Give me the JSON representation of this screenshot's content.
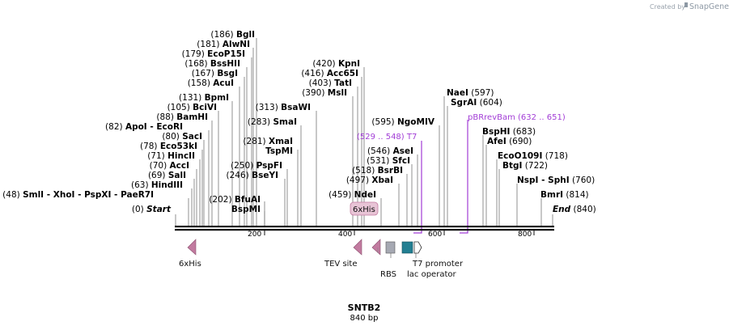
{
  "credit": {
    "prefix": "Created by",
    "brand": "SnapGene"
  },
  "map": {
    "title": "SNTB2",
    "size_label": "840 bp",
    "length": 840,
    "ticks": [
      200,
      400,
      600,
      800
    ],
    "start_label": {
      "pos": "(0)",
      "name": "Start"
    },
    "end_label": {
      "name": "End",
      "pos": "(840)"
    }
  },
  "enzymes": [
    {
      "pos": "(186)",
      "name": "BglI",
      "bp": 186
    },
    {
      "pos": "(181)",
      "name": "AlwNI",
      "bp": 181
    },
    {
      "pos": "(179)",
      "name": "EcoP15I",
      "bp": 179
    },
    {
      "pos": "(168)",
      "name": "BssHII",
      "bp": 168
    },
    {
      "pos": "(167)",
      "name": "BsgI",
      "bp": 167
    },
    {
      "pos": "(158)",
      "name": "AcuI",
      "bp": 158
    },
    {
      "pos": "(131)",
      "name": "BpmI",
      "bp": 131
    },
    {
      "pos": "(105)",
      "name": "BciVI",
      "bp": 105
    },
    {
      "pos": "(88)",
      "name": "BamHI",
      "bp": 88
    },
    {
      "pos": "(82)",
      "name": "ApoI",
      "suffix": "- EcoRI",
      "bp": 82
    },
    {
      "pos": "(80)",
      "name": "SacI",
      "bp": 80
    },
    {
      "pos": "(78)",
      "name": "Eco53kI",
      "bp": 78
    },
    {
      "pos": "(71)",
      "name": "HincII",
      "bp": 71
    },
    {
      "pos": "(70)",
      "name": "AccI",
      "bp": 70
    },
    {
      "pos": "(69)",
      "name": "SalI",
      "bp": 69
    },
    {
      "pos": "(63)",
      "name": "HindIII",
      "bp": 63
    },
    {
      "pos": "(48)",
      "name": "SmlI",
      "suffix": "- XhoI   - PspXI   - PaeR7I",
      "bp": 48
    },
    {
      "pos": "(313)",
      "name": "BsaWI",
      "bp": 313
    },
    {
      "pos": "(283)",
      "name": "SmaI",
      "bp": 283
    },
    {
      "pos": "(281)",
      "name": "XmaI",
      "bp": 281
    },
    {
      "pos": "",
      "name": "TspMI",
      "bp": 281
    },
    {
      "pos": "(250)",
      "name": "PspFI",
      "bp": 250
    },
    {
      "pos": "(246)",
      "name": "BseYI",
      "bp": 246
    },
    {
      "pos": "(202)",
      "name": "BfuAI",
      "bp": 202
    },
    {
      "pos": "",
      "name": "BspMI",
      "bp": 202
    },
    {
      "pos": "(420)",
      "name": "KpnI",
      "bp": 420
    },
    {
      "pos": "(416)",
      "name": "Acc65I",
      "bp": 416
    },
    {
      "pos": "(403)",
      "name": "TatI",
      "bp": 403
    },
    {
      "pos": "(390)",
      "name": "MslI",
      "bp": 390
    },
    {
      "pos": "(595)",
      "name": "NgoMIV",
      "bp": 595
    },
    {
      "pos": "(546)",
      "name": "AseI",
      "bp": 546
    },
    {
      "pos": "(531)",
      "name": "SfcI",
      "bp": 531
    },
    {
      "pos": "(518)",
      "name": "BsrBI",
      "bp": 518
    },
    {
      "pos": "(497)",
      "name": "XbaI",
      "bp": 497
    },
    {
      "pos": "(459)",
      "name": "NdeI",
      "bp": 459
    },
    {
      "name": "NaeI",
      "pos": "(597)",
      "bp": 597
    },
    {
      "name": "SgrAI",
      "pos": "(604)",
      "bp": 604
    },
    {
      "name": "BspHI",
      "pos": "(683)",
      "bp": 683
    },
    {
      "name": "AfeI",
      "pos": "(690)",
      "bp": 690
    },
    {
      "name": "EcoO109I",
      "pos": "(718)",
      "bp": 718
    },
    {
      "name": "BtgI",
      "pos": "(722)",
      "bp": 722
    },
    {
      "name": "NspI",
      "suffix": "- SphI",
      "pos": "(760)",
      "bp": 760
    },
    {
      "name": "BmrI",
      "pos": "(814)",
      "bp": 814
    }
  ],
  "primers": [
    {
      "range": "(529 .. 548)",
      "name": "T7",
      "start": 529,
      "end": 548
    },
    {
      "name": "pBRrevBam",
      "range": "(632 .. 651)",
      "start": 632,
      "end": 651
    }
  ],
  "features": [
    {
      "name": "6xHis",
      "shape": "arrow-left",
      "color": "#c27ba0"
    },
    {
      "name": "TEV site",
      "shape": "arrow-left",
      "color": "#c27ba0"
    },
    {
      "name": "",
      "shape": "arrow-left",
      "color": "#c27ba0"
    },
    {
      "name": "RBS",
      "shape": "box",
      "color": "#a6a9b3"
    },
    {
      "name": "T7 promoter",
      "shape": "box",
      "color": "#237f92"
    },
    {
      "name": "lac operator",
      "shape": "arrow-right",
      "color": "#ffffff"
    }
  ],
  "his_tag_label": "6xHis",
  "colors": {
    "primer": "#a23dd6",
    "his_tag_fill": "#e8c4d6",
    "feature_arrow": "#c27ba0",
    "rbs": "#a6a9b3",
    "t7_promoter": "#237f92"
  }
}
